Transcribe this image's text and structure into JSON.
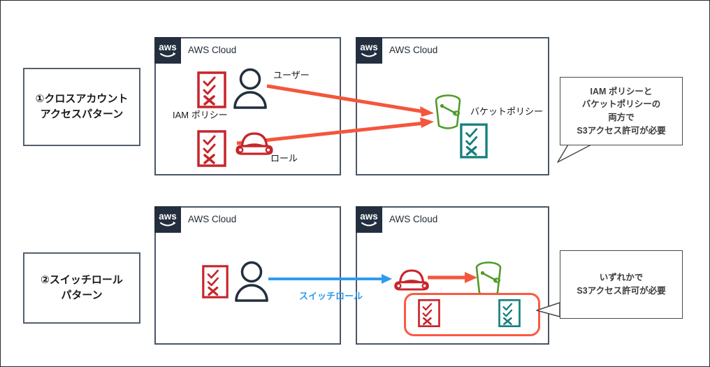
{
  "diagram": {
    "title": "AWS S3 cross-account access patterns",
    "colors": {
      "aws_navy": "#232f3e",
      "box_border": "#4a5568",
      "iam_red": "#c7252a",
      "bucket_green": "#4f9b28",
      "bucket_policy_teal": "#16807e",
      "arrow_red": "#f4563c",
      "arrow_blue": "#2f9bee",
      "highlight_rounded": "#fa5a43",
      "text_dark": "#1a1a1a"
    },
    "patterns": [
      {
        "id": "pattern-1",
        "label_line1": "①クロスアカウント",
        "label_line2": "アクセスパターン"
      },
      {
        "id": "pattern-2",
        "label_line1": "②スイッチロール",
        "label_line2": "パターン"
      }
    ],
    "cloud_boxes": [
      {
        "id": "cloud-top-left",
        "label": "AWS Cloud",
        "logo": "aws-logo-icon"
      },
      {
        "id": "cloud-top-right",
        "label": "AWS Cloud",
        "logo": "aws-logo-icon"
      },
      {
        "id": "cloud-bottom-left",
        "label": "AWS Cloud",
        "logo": "aws-logo-icon"
      },
      {
        "id": "cloud-bottom-right",
        "label": "AWS Cloud",
        "logo": "aws-logo-icon"
      }
    ],
    "row1": {
      "user_label": "ユーザー",
      "role_label": "ロール",
      "iam_policy_label": "IAM ポリシー",
      "bucket_policy_label": "バケットポリシー",
      "icons": {
        "iam_policy_user": "iam-policy-icon",
        "user": "user-icon",
        "iam_policy_role": "iam-policy-icon",
        "role": "role-helmet-icon",
        "bucket": "s3-bucket-icon",
        "bucket_policy": "bucket-policy-icon"
      },
      "arrows": [
        {
          "name": "user-to-bucket-arrow",
          "color": "#f4563c"
        },
        {
          "name": "role-to-bucket-arrow",
          "color": "#f4563c"
        }
      ],
      "callout": {
        "line1": "IAM ポリシーと",
        "line2": "バケットポリシーの",
        "line3": "両方で",
        "line4": "S3アクセス許可が必要"
      }
    },
    "row2": {
      "switch_role_label": "スイッチロール",
      "icons": {
        "iam_policy_user": "iam-policy-icon",
        "user": "user-icon",
        "role": "role-helmet-icon",
        "bucket": "s3-bucket-icon",
        "iam_policy_highlight": "iam-policy-icon",
        "bucket_policy_highlight": "bucket-policy-icon"
      },
      "arrows": [
        {
          "name": "switch-role-arrow",
          "color": "#2f9bee"
        },
        {
          "name": "role-to-bucket-arrow",
          "color": "#f4563c"
        }
      ],
      "callout": {
        "line1": "いずれかで",
        "line2": "S3アクセス許可が必要"
      }
    }
  }
}
